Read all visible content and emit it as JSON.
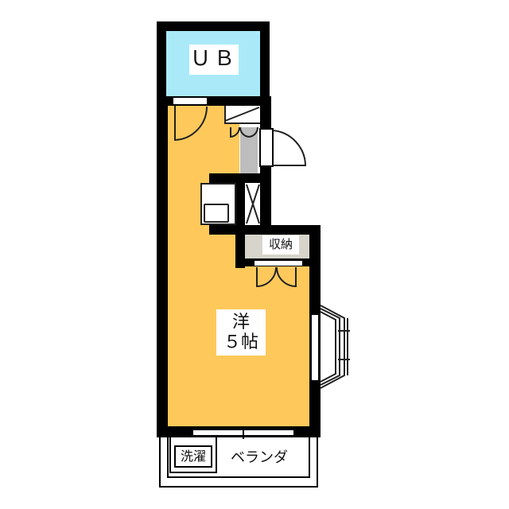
{
  "floor_plan": {
    "rooms": {
      "bath": {
        "label": "ＵＢ",
        "color": "#aaeaf8"
      },
      "storage": {
        "label": "収納",
        "color": "#d7d5cb"
      },
      "western_room": {
        "type": "洋",
        "size": "５帖",
        "color": "#fec95a"
      },
      "laundry": {
        "label": "洗濯"
      },
      "balcony": {
        "label": "ベランダ"
      }
    },
    "colors": {
      "wall": "#000000",
      "shoe_box": "#bdbdbd",
      "background": "#ffffff"
    }
  }
}
